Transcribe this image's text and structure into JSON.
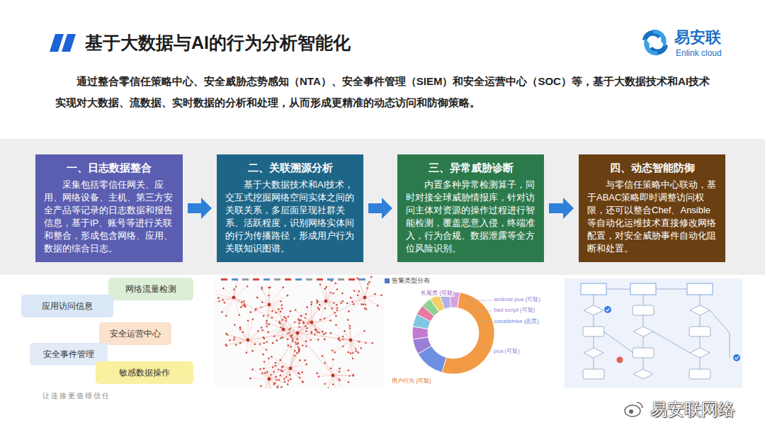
{
  "diagram": {
    "title": "基于大数据与AI的行为分析智能化",
    "nodes": [
      {
        "text": [
          "一、日志数据整合",
          "采集包括零信任网关、应用、网络设备、主机、第三方安全产品等记录的日志数据和报告信息，基于IP、账号等进行关联和整合，形成包含网络、应用、数据的综合日志。"
        ]
      },
      {
        "text": [
          "二、关联溯源分析",
          "基于大数据技术和AI技术，交互式挖掘网络空间实体之间的关联关系，多层面呈现社群关系、活跃程度，识别网络实体间的行为传播路径，形成用户行为关联知识图谱。"
        ]
      },
      {
        "text": [
          "三、异常威胁诊断",
          "内置多种异常检测算子，同时对接全球威胁情报库，针对访问主体对资源的操作过程进行智能检测，覆盖恶意入侵，终端准入，行为合规、数据泄露等全方位风险识别。"
        ]
      },
      {
        "text": [
          "四、动态智能防御",
          "与零信任策略中心联动，基于ABAC策略即时调整访问权限，还可以整合Chef、Ansible等自动化运维技术直接修改网络配置，对安全威胁事件自动化阻断和处置。"
        ]
      },
      {
        "text": [
          "网络流量检测"
        ]
      },
      {
        "text": [
          "应用访问信息"
        ]
      },
      {
        "text": [
          "安全运营中心"
        ]
      },
      {
        "text": [
          "安全事件管理"
        ]
      },
      {
        "text": [
          "敏感数据操作"
        ]
      }
    ],
    "edges": [
      {
        "from": 0,
        "to": 1,
        "arrow": "to"
      },
      {
        "from": 1,
        "to": 2,
        "arrow": "to"
      },
      {
        "from": 2,
        "to": 3,
        "arrow": "to"
      }
    ],
    "labels": [
      "易安联",
      "Enlink cloud",
      "通过整合零信任策略中心、安全威胁态势感知（NTA）、安全事件管理（SIEM）和安全运营中心（SOC）等，基于大数据技术和AI技术实现对大数据、流数据、实时数据的分析和处理，从而形成更精准的动态访问和防御策略。",
      "让连接更值得信任",
      "告警类型分布",
      "长尾类 (可疑)",
      "android pua (可疑)",
      "bad script (可疑)",
      "cobaltstrike (恶意)",
      "pua (可疑)",
      "用户行为 (可疑)",
      "易安联网络"
    ]
  }
}
